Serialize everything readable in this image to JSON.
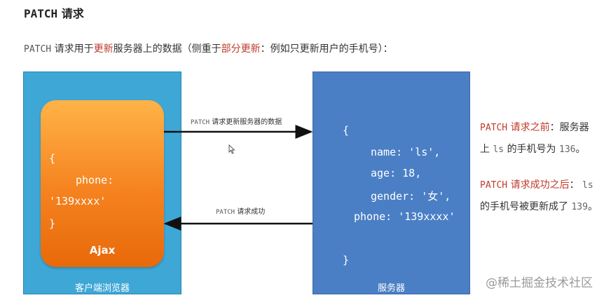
{
  "title": {
    "method": "PATCH",
    "text": "请求"
  },
  "subtitle": {
    "method": "PATCH",
    "part1": "请求用于",
    "highlight1": "更新",
    "part2": "服务器上的数据（侧重于",
    "highlight2": "部分更新",
    "part3": "：例如只更新用户的手机号）："
  },
  "client": {
    "label": "客户端浏览器",
    "ajax_label": "Ajax",
    "code": [
      "{",
      "phone:",
      "'139xxxx'",
      "}"
    ]
  },
  "server": {
    "label": "服务器",
    "code": [
      "{",
      "name: 'ls',",
      "age: 18,",
      "gender: '女',",
      "phone: '139xxxx'",
      "}"
    ]
  },
  "arrows": {
    "request": {
      "method": "PATCH",
      "text": "请求更新服务器的数据"
    },
    "response": {
      "method": "PATCH",
      "text": "请求成功"
    }
  },
  "notes": {
    "before": {
      "method": "PATCH",
      "label": "请求之前",
      "t1": "：服务器",
      "t2": "上",
      "user": "ls",
      "t3": "的手机号为",
      "phone": "136",
      "t4": "。"
    },
    "after": {
      "method": "PATCH",
      "label": "请求成功之后",
      "t1": "：",
      "user": "ls",
      "t2": "的手机号被更新成了",
      "phone": "139",
      "t3": "。"
    }
  },
  "watermark": "@稀土掘金技术社区",
  "colors": {
    "client": "#3ea7d6",
    "server": "#4a7fc5",
    "ajax": "#f5821f",
    "highlight": "#c0392b"
  }
}
